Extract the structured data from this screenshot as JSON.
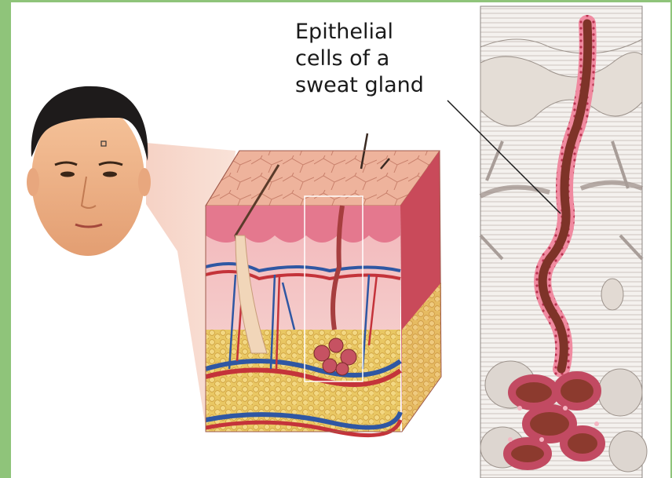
{
  "background_color": "#8fc47a",
  "panel_color": "#ffffff",
  "skin_color": "#f0b58a",
  "tissue_colors": {
    "epidermis": "#e9a88e",
    "dermis_pink": "#e8879a",
    "fat_yellow": "#e6c35a",
    "artery_red": "#c4333a",
    "vein_blue": "#2f57a3",
    "gland_brown": "#8c3a2e"
  },
  "label": {
    "line1": "Epithelial",
    "line2": "cells of a",
    "line3": "sweat gland"
  },
  "icons": [
    "face-illustration",
    "skin-cross-section",
    "sweat-gland-detail"
  ]
}
